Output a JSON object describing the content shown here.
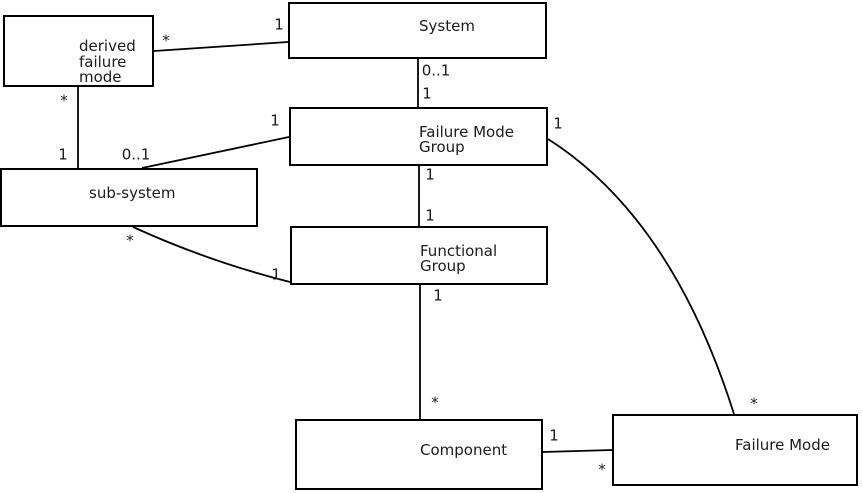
{
  "diagram": {
    "background_color": "#ffffff",
    "line_color": "#000000",
    "text_color": "#1b1b1b",
    "nodes": {
      "derived_failure_mode": {
        "label": "derived\nfailure\nmode"
      },
      "system": {
        "label": "System"
      },
      "failure_mode_group": {
        "label": "Failure Mode\nGroup"
      },
      "sub_system": {
        "label": "sub-system"
      },
      "functional_group": {
        "label": "Functional\nGroup"
      },
      "component": {
        "label": "Component"
      },
      "failure_mode": {
        "label": "Failure Mode"
      }
    },
    "associations": [
      {
        "from": "derived failure mode",
        "to": "System",
        "multiplicities": [
          "*",
          "1"
        ]
      },
      {
        "from": "derived failure mode",
        "to": "sub-system",
        "multiplicities": [
          "*",
          "1"
        ]
      },
      {
        "from": "System",
        "to": "Failure Mode Group",
        "multiplicities": [
          "0..1",
          "1"
        ]
      },
      {
        "from": "Failure Mode Group",
        "to": "sub-system",
        "multiplicities": [
          "1",
          "0..1"
        ]
      },
      {
        "from": "sub-system",
        "to": "Functional Group",
        "multiplicities": [
          "*",
          "1"
        ]
      },
      {
        "from": "Failure Mode Group",
        "to": "Functional Group",
        "multiplicities": [
          "1",
          "1"
        ]
      },
      {
        "from": "Functional Group",
        "to": "Component",
        "multiplicities": [
          "1",
          "*"
        ]
      },
      {
        "from": "Component",
        "to": "Failure Mode",
        "multiplicities": [
          "1",
          "*"
        ]
      },
      {
        "from": "Failure Mode Group",
        "to": "Failure Mode",
        "multiplicities": [
          "1",
          "*"
        ]
      }
    ]
  }
}
